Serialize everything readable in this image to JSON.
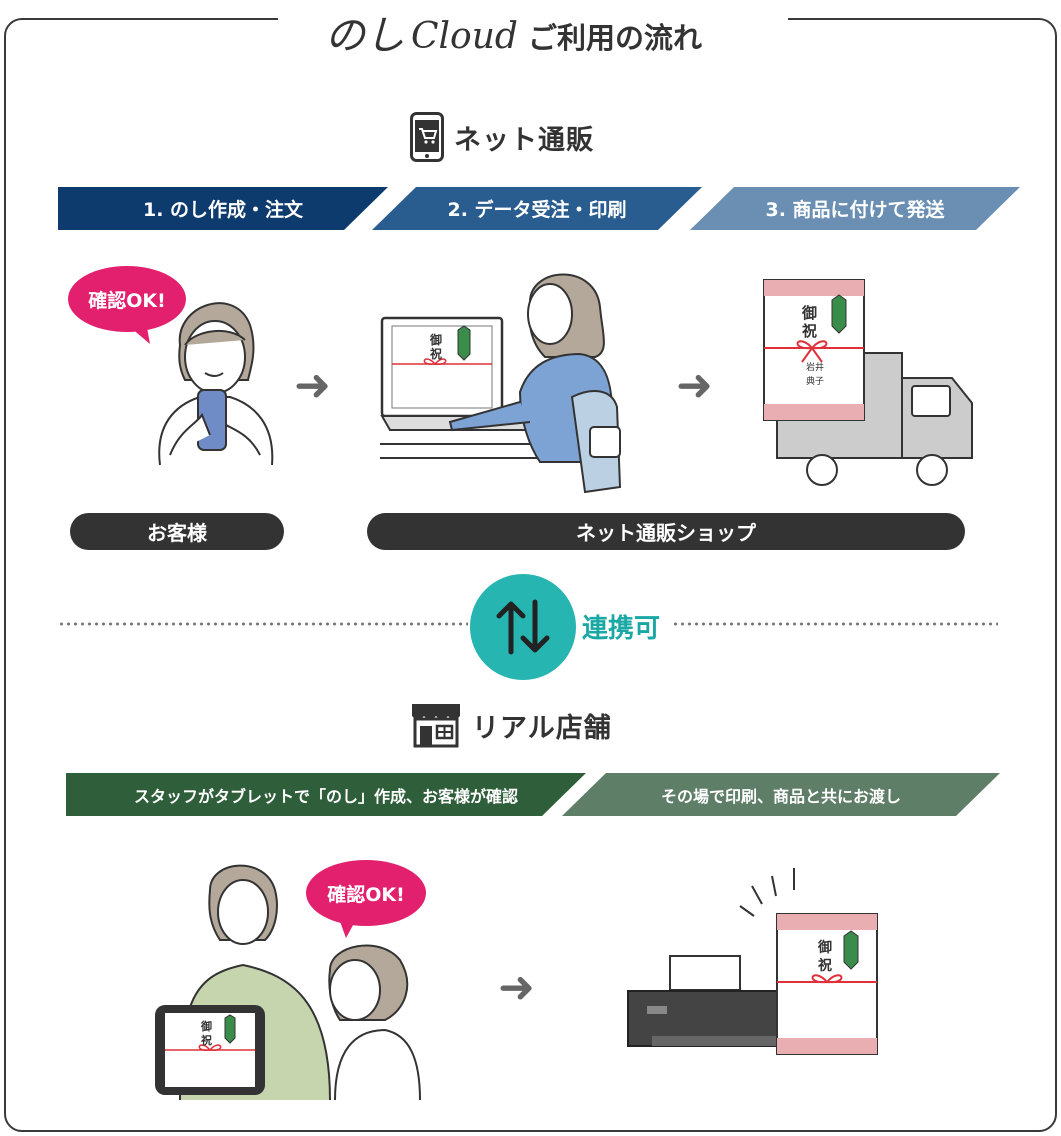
{
  "header": {
    "logo_noshi": "のし",
    "logo_cloud": "Cloud",
    "title": "ご利用の流れ"
  },
  "online": {
    "heading": "ネット通販",
    "icon": "smartphone-cart-icon",
    "steps": [
      {
        "label": "1. のし作成・注文",
        "color": "#0e3b6e"
      },
      {
        "label": "2. データ受注・印刷",
        "color": "#2a5d8f"
      },
      {
        "label": "3. 商品に付けて発送",
        "color": "#6a8fb3"
      }
    ],
    "bubble": "確認OK!",
    "customer_label": "お客様",
    "shop_label": "ネット通販ショップ"
  },
  "link": {
    "label": "連携可",
    "color": "#26b5b1"
  },
  "store": {
    "heading": "リアル店舗",
    "icon": "storefront-icon",
    "steps": [
      {
        "label": "スタッフがタブレットで「のし」作成、お客様が確認",
        "color": "#2f5e3a"
      },
      {
        "label": "その場で印刷、商品と共にお渡し",
        "color": "#5e7e68"
      }
    ],
    "bubble": "確認OK!"
  },
  "noshi": {
    "top_text": "御祝",
    "name_text": "岩井 典子"
  },
  "colors": {
    "accent_pink": "#e2206e",
    "dark": "#333333"
  }
}
